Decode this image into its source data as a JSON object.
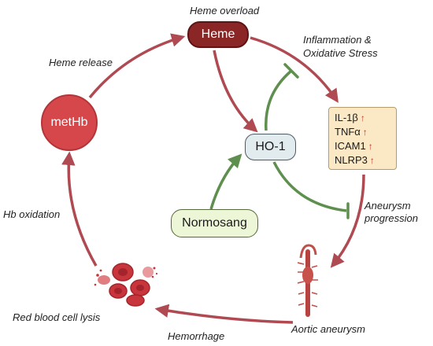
{
  "diagram": {
    "labels": {
      "heme_overload": "Heme overload",
      "heme_release": "Heme release",
      "inflammation_line1": "Inflammation &",
      "inflammation_line2": "Oxidative Stress",
      "aneurysm_progression_line1": "Aneurysm",
      "aneurysm_progression_line2": "progression",
      "hb_oxidation": "Hb oxidation",
      "red_blood_cell_lysis": "Red blood cell lysis",
      "hemorrhage": "Hemorrhage",
      "aortic_aneurysm": "Aortic aneurysm"
    },
    "nodes": {
      "heme": "Heme",
      "ho1": "HO-1",
      "normosang": "Normosang",
      "methb": "metHb"
    },
    "cytokines": [
      {
        "name": "IL-1β",
        "arrow": "↑"
      },
      {
        "name": "TNFα",
        "arrow": "↑"
      },
      {
        "name": "ICAM1",
        "arrow": "↑"
      },
      {
        "name": "NLRP3",
        "arrow": "↑"
      }
    ],
    "colors": {
      "cycle_arrow": "#b04a52",
      "activation_arrow": "#5f8f4e",
      "heme_fill": "#8a2626",
      "methb_fill": "#d6474b",
      "ho1_fill": "#e2ecef",
      "normosang_fill": "#eef6d8",
      "cytokine_fill": "#fbe8c5",
      "up_arrow": "#c0392b"
    }
  }
}
